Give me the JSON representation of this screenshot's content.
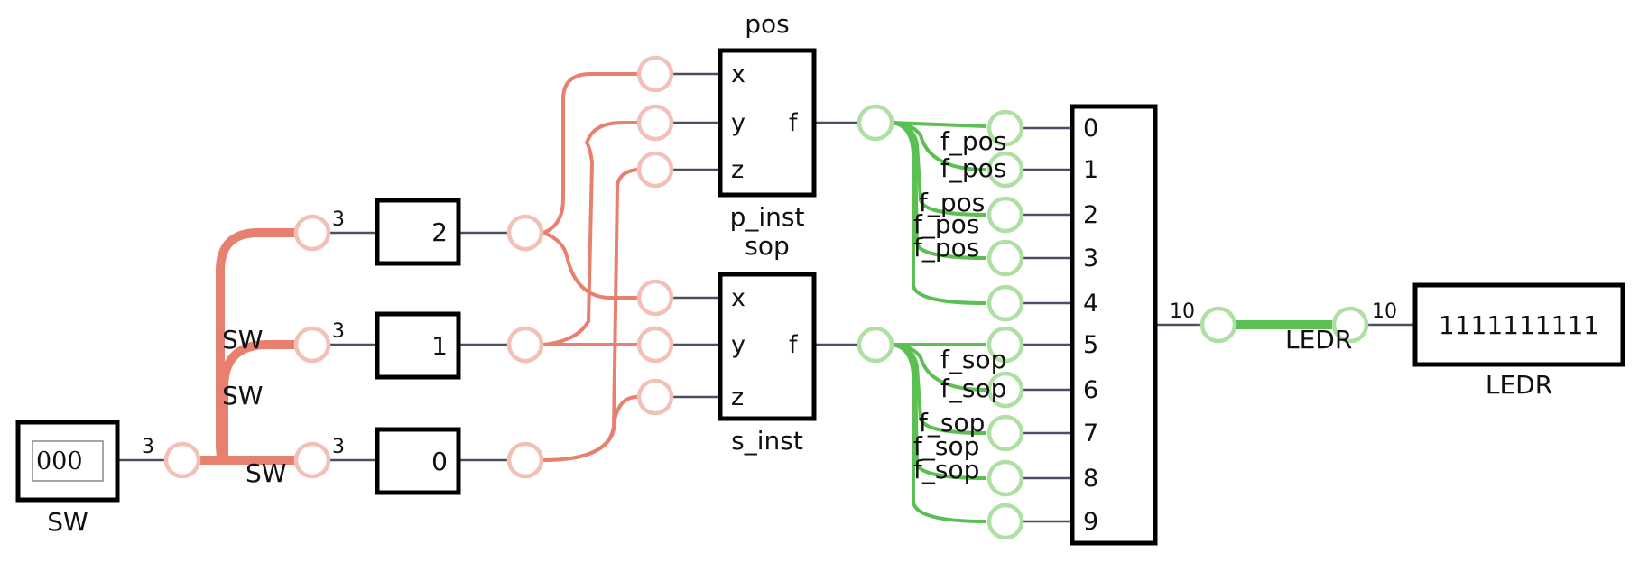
{
  "sw": {
    "value": "000",
    "label": "SW",
    "width": "3",
    "tap_labels": [
      "SW",
      "SW",
      "SW"
    ]
  },
  "slices": {
    "constants": [
      "2",
      "1",
      "0"
    ],
    "widths": [
      "3",
      "3",
      "3"
    ]
  },
  "pos": {
    "title": "pos",
    "instance": "p_inst",
    "inputs": [
      "x",
      "y",
      "z"
    ],
    "output": "f"
  },
  "sop": {
    "title": "sop",
    "instance": "s_inst",
    "inputs": [
      "x",
      "y",
      "z"
    ],
    "output": "f"
  },
  "pos_wire_labels": [
    "f_pos",
    "f_pos",
    "f_pos",
    "f_pos",
    "f_pos"
  ],
  "sop_wire_labels": [
    "f_sop",
    "f_sop",
    "f_sop",
    "f_sop",
    "f_sop"
  ],
  "concat": {
    "ports": [
      "0",
      "1",
      "2",
      "3",
      "4",
      "5",
      "6",
      "7",
      "8",
      "9"
    ],
    "out_width": "10"
  },
  "ledr": {
    "wire_label": "LEDR",
    "width": "10",
    "value": "1111111111",
    "label": "LEDR"
  },
  "colors": {
    "red_wire": "#e8806f",
    "red_node": "#f2c0b6",
    "green_wire": "#5cbf52",
    "green_node": "#aee0a4"
  }
}
